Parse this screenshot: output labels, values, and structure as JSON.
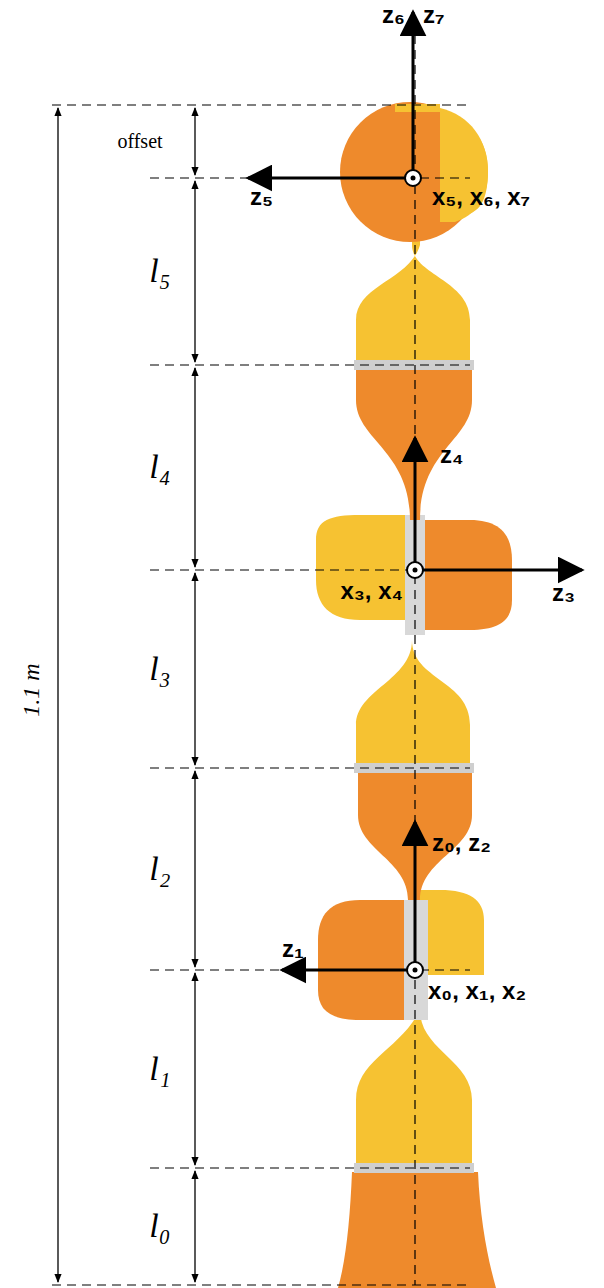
{
  "diagram": {
    "labels": [
      "z₆",
      "z₇",
      "offset",
      "z₅",
      "x₅, x₆, x₇",
      "l₅",
      "l₄",
      "z₄",
      "x₃, x₄",
      "z₃",
      "1.1 m",
      "l₃",
      "l₂",
      "z₀, z₂",
      "z₁",
      "x₀, x₁, x₂",
      "l₁",
      "l₀"
    ]
  }
}
